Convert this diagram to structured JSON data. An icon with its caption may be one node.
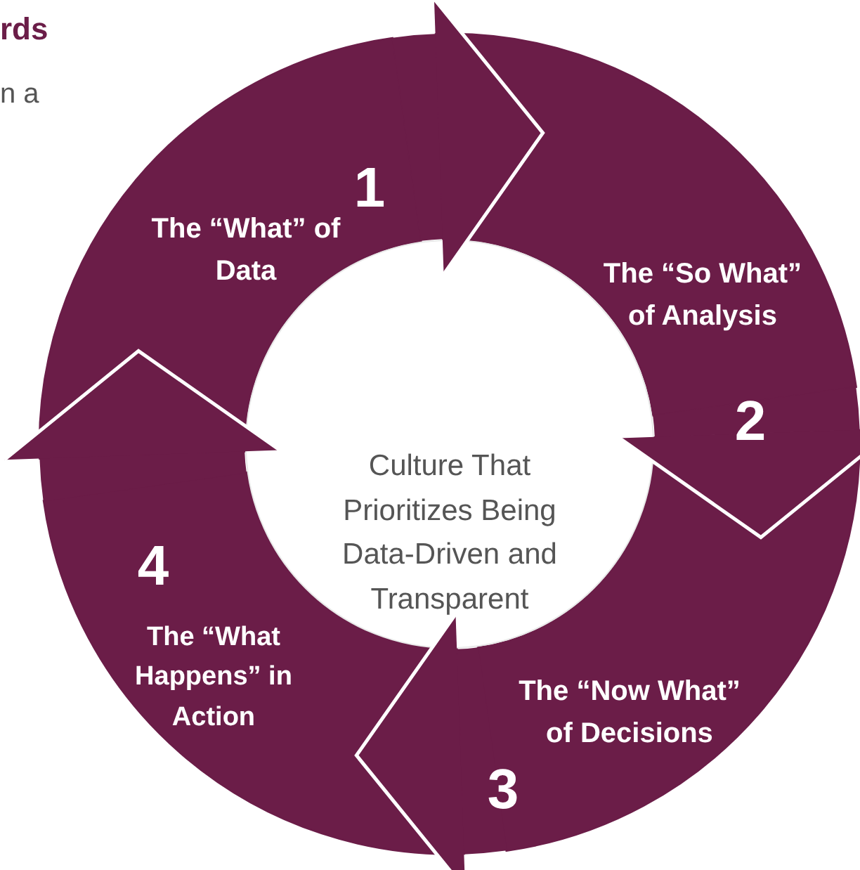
{
  "diagram": {
    "nodes": [
      {
        "text": [
          "1",
          "The “What” of Data"
        ]
      },
      {
        "text": [
          "The “So What” of Analysis",
          "2"
        ]
      },
      {
        "text": [
          "The “Now What” of Decisions",
          "3"
        ]
      },
      {
        "text": [
          "4",
          "The “What Happens” in Action"
        ]
      },
      {
        "text": [
          "Culture That Prioritizes Being Data-Driven and Transparent"
        ]
      }
    ],
    "edges": [
      {
        "from": 0,
        "to": 1,
        "arrow": "to"
      },
      {
        "from": 1,
        "to": 2,
        "arrow": "to"
      },
      {
        "from": 2,
        "to": 3,
        "arrow": "to"
      },
      {
        "from": 3,
        "to": 0,
        "arrow": "to"
      }
    ],
    "labels": [
      "rds",
      "n a"
    ]
  }
}
